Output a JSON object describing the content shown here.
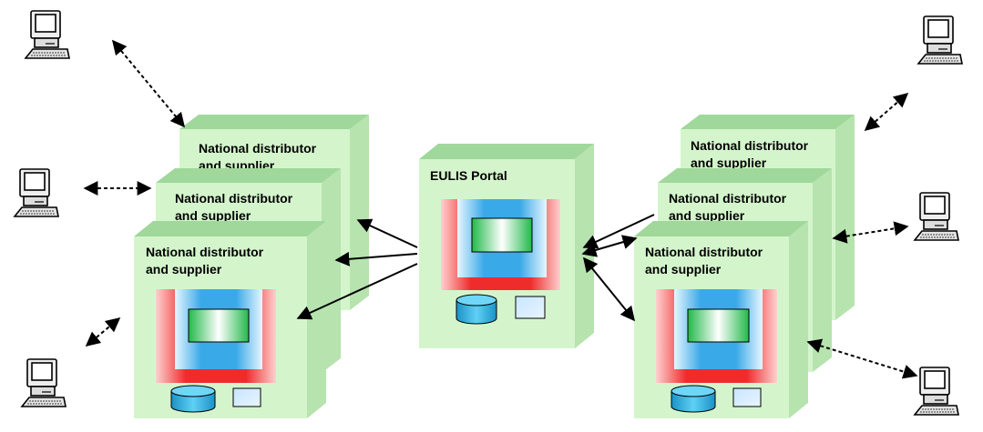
{
  "portal": {
    "title": "EULIS Portal"
  },
  "nodes": {
    "left_label_line1": "National distributor",
    "left_label_line2": "and supplier",
    "right_label_line1": "National distributor",
    "right_label_line2": "and supplier"
  },
  "colors": {
    "box_front": "#d4f5cc",
    "box_top": "#9fd89a",
    "box_side": "#b6e3ae",
    "panel_red": "#ee2c2c",
    "panel_blue": "#3aa9e8",
    "panel_green": "#22b84a",
    "cylinder": "#29b1e3",
    "arrow": "#000000"
  },
  "icons": [
    "computer-terminal-icon",
    "database-icon",
    "server-icon"
  ]
}
